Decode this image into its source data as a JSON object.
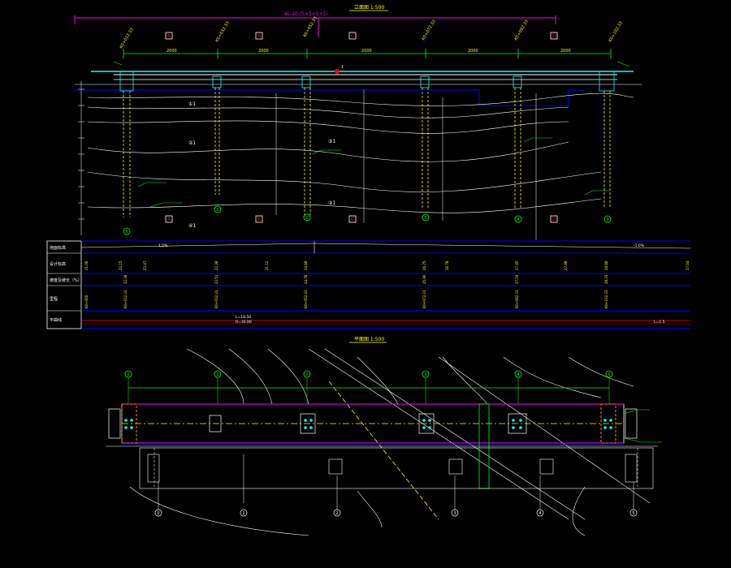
{
  "drawing": {
    "elevation_title": "立面图  1:500",
    "plan_title": "平面图  1:500",
    "elevation_span_note": "4L-20 (5+5+5+5)",
    "top_marker": "1"
  },
  "axis_labels": [
    "A",
    "B",
    "C",
    "D"
  ],
  "pier_numbers": [
    "0",
    "1",
    "2",
    "3",
    "4",
    "5"
  ],
  "span_dims": [
    "2000",
    "2000",
    "2000",
    "2000",
    "2000"
  ],
  "table_rows": [
    {
      "header": "地面标高"
    },
    {
      "header": "设计标高"
    },
    {
      "header": "坡度及坡长（%）"
    },
    {
      "header": "里程"
    },
    {
      "header": "平曲线"
    }
  ],
  "table_notes": {
    "slope_left": "1.5%",
    "slope_right": "-1.0%",
    "curve_left": "L=18.50",
    "curve_right": "R=30.00",
    "curve_end": "L=1.5"
  },
  "layer_labels": [
    "①1",
    "②1",
    "③1",
    "③1",
    "④1"
  ],
  "colors": {
    "background": "#000000",
    "magenta": "#ff00ff",
    "green": "#00ff00",
    "yellow": "#ffff00",
    "blue": "#0000ff",
    "white": "#ffffff",
    "cyan": "#00ffff",
    "red": "#ff0000"
  }
}
